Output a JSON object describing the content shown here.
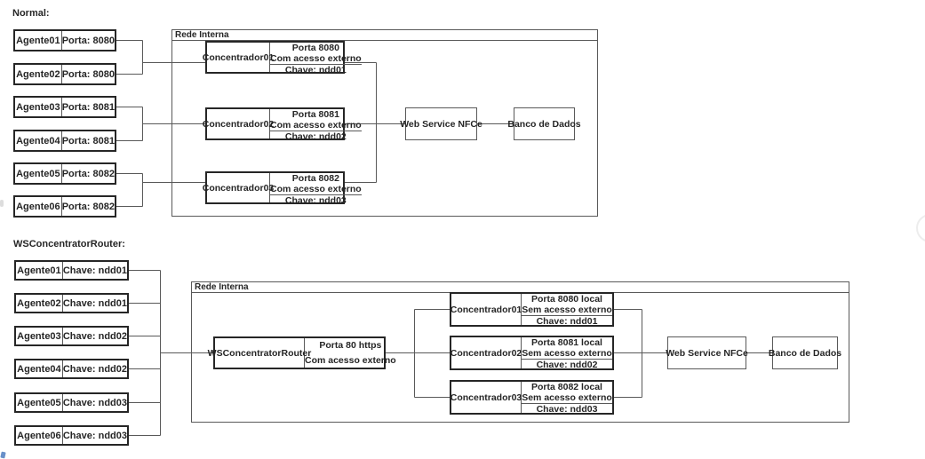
{
  "normal": {
    "section_label": "Normal:",
    "agents": [
      {
        "name": "Agente01",
        "port": "Porta: 8080"
      },
      {
        "name": "Agente02",
        "port": "Porta: 8080"
      },
      {
        "name": "Agente03",
        "port": "Porta: 8081"
      },
      {
        "name": "Agente04",
        "port": "Porta: 8081"
      },
      {
        "name": "Agente05",
        "port": "Porta: 8082"
      },
      {
        "name": "Agente06",
        "port": "Porta: 8082"
      }
    ],
    "network": {
      "label": "Rede Interna"
    },
    "concentrators": [
      {
        "name": "Concentrador01",
        "porta": "Porta 8080",
        "acesso": "Com acesso externo",
        "chave": "Chave: ndd01"
      },
      {
        "name": "Concentrador02",
        "porta": "Porta 8081",
        "acesso": "Com acesso externo",
        "chave": "Chave: ndd02"
      },
      {
        "name": "Concentrador03",
        "porta": "Porta 8082",
        "acesso": "Com acesso externo",
        "chave": "Chave: ndd03"
      }
    ],
    "web_service": "Web Service NFCe",
    "database": "Banco de Dados"
  },
  "router_mode": {
    "section_label": "WSConcentratorRouter:",
    "agents": [
      {
        "name": "Agente01",
        "chave": "Chave: ndd01"
      },
      {
        "name": "Agente02",
        "chave": "Chave: ndd01"
      },
      {
        "name": "Agente03",
        "chave": "Chave: ndd02"
      },
      {
        "name": "Agente04",
        "chave": "Chave: ndd02"
      },
      {
        "name": "Agente05",
        "chave": "Chave: ndd03"
      },
      {
        "name": "Agente06",
        "chave": "Chave: ndd03"
      }
    ],
    "network": {
      "label": "Rede Interna"
    },
    "router": {
      "name": "WSConcentratorRouter",
      "porta": "Porta 80 https",
      "acesso": "Com acesso externo"
    },
    "concentrators": [
      {
        "name": "Concentrador01",
        "porta": "Porta 8080 local",
        "acesso": "Sem acesso externo",
        "chave": "Chave: ndd01"
      },
      {
        "name": "Concentrador02",
        "porta": "Porta 8081 local",
        "acesso": "Sem acesso externo",
        "chave": "Chave: ndd02"
      },
      {
        "name": "Concentrador03",
        "porta": "Porta 8082 local",
        "acesso": "Sem acesso externo",
        "chave": "Chave: ndd03"
      }
    ],
    "web_service": "Web Service NFCe",
    "database": "Banco de Dados"
  },
  "colors": {
    "background": "#ffffff",
    "thick_border": "#262626",
    "thin_border": "#595959",
    "connector_line": "#595959",
    "text": "#262626"
  }
}
